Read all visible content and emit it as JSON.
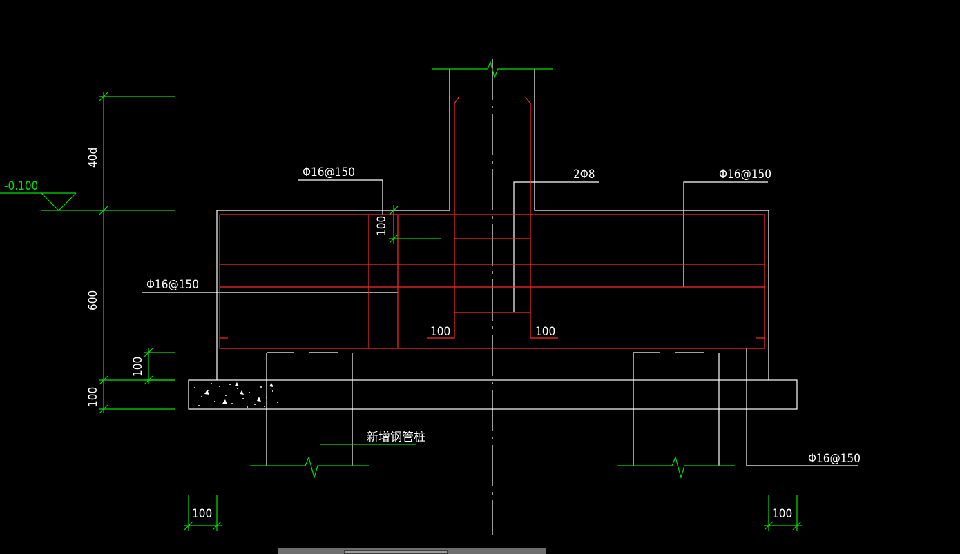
{
  "colors": {
    "background": "#000000",
    "outline": "#ffffff",
    "rebar": "#ff2a2a",
    "dimension": "#00e000",
    "annotation_text": "#ffffff",
    "dimension_text": "#ffffff",
    "elevation_text": "#00e000"
  },
  "labels": {
    "elevation": "-0.100",
    "dim_anchorage": "40d",
    "dim_depth": "600",
    "dim_cover": "100",
    "dim_cushion": "100",
    "dim_bottom_pad": "100",
    "rebar_top_left": "Φ16@150",
    "rebar_middle_left": "Φ16@150",
    "rebar_top_right": "Φ16@150",
    "rebar_bottom_right": "Φ16@150",
    "stirrup": "2Φ8",
    "hook_left": "100",
    "hook_right": "100",
    "steel_pile": "新增钢管桩",
    "bottom_dim_left": "100",
    "bottom_dim_right": "100"
  }
}
